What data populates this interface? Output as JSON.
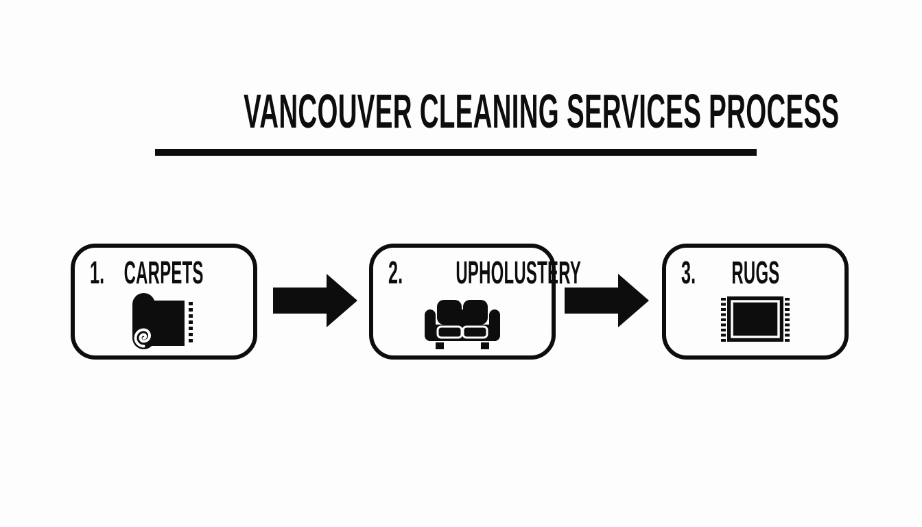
{
  "title": {
    "text": "VANCOUVER CLEANING SERVICES PROCESS"
  },
  "steps": [
    {
      "number": "1.",
      "label": "CARPETS",
      "icon": "carpet-roll-icon"
    },
    {
      "number": "2.",
      "label": "UPHOLUSTERY",
      "icon": "sofa-icon"
    },
    {
      "number": "3.",
      "label": "RUGS",
      "icon": "rug-icon"
    }
  ],
  "connectors": [
    {
      "icon": "arrow-right-icon"
    },
    {
      "icon": "arrow-right-icon"
    }
  ],
  "colors": {
    "ink": "#0d0d0d",
    "background": "#fdfdfd"
  }
}
